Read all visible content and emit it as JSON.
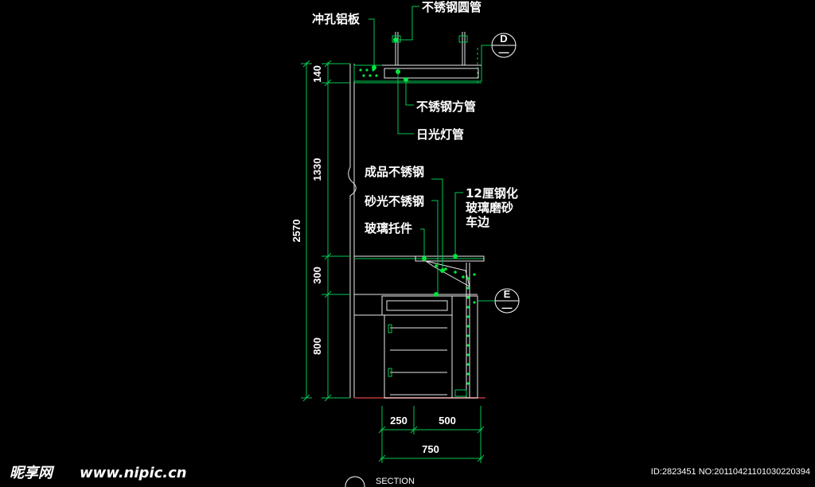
{
  "labels": {
    "perforated_aluminum": "冲孔铝板",
    "stainless_round_pipe": "不锈钢圆管",
    "stainless_square_pipe": "不锈钢方管",
    "fluorescent_tube": "日光灯管",
    "finished_stainless": "成品不锈钢",
    "brushed_stainless": "砂光不锈钢",
    "glass_bracket": "玻璃托件",
    "tempered_glass_line1": "12厘钢化",
    "tempered_glass_line2": "玻璃磨砂",
    "tempered_glass_line3": "车边"
  },
  "vertical_dims": {
    "d140": "140",
    "d1330": "1330",
    "d300": "300",
    "d800": "800",
    "total": "2570"
  },
  "horizontal_dims": {
    "d250": "250",
    "d500": "500",
    "total": "750"
  },
  "section_markers": {
    "d": "D",
    "e": "E",
    "dash": "—"
  },
  "footer": {
    "section_title": "SECTION",
    "watermark_brand": "昵享网",
    "watermark_url": "www.nipic.cn",
    "image_id": "ID:2823451 NO:20110421101030220394"
  },
  "colors": {
    "background": "#000000",
    "lines": "#00c853",
    "dots": "#00e640",
    "text": "#ffffff"
  }
}
